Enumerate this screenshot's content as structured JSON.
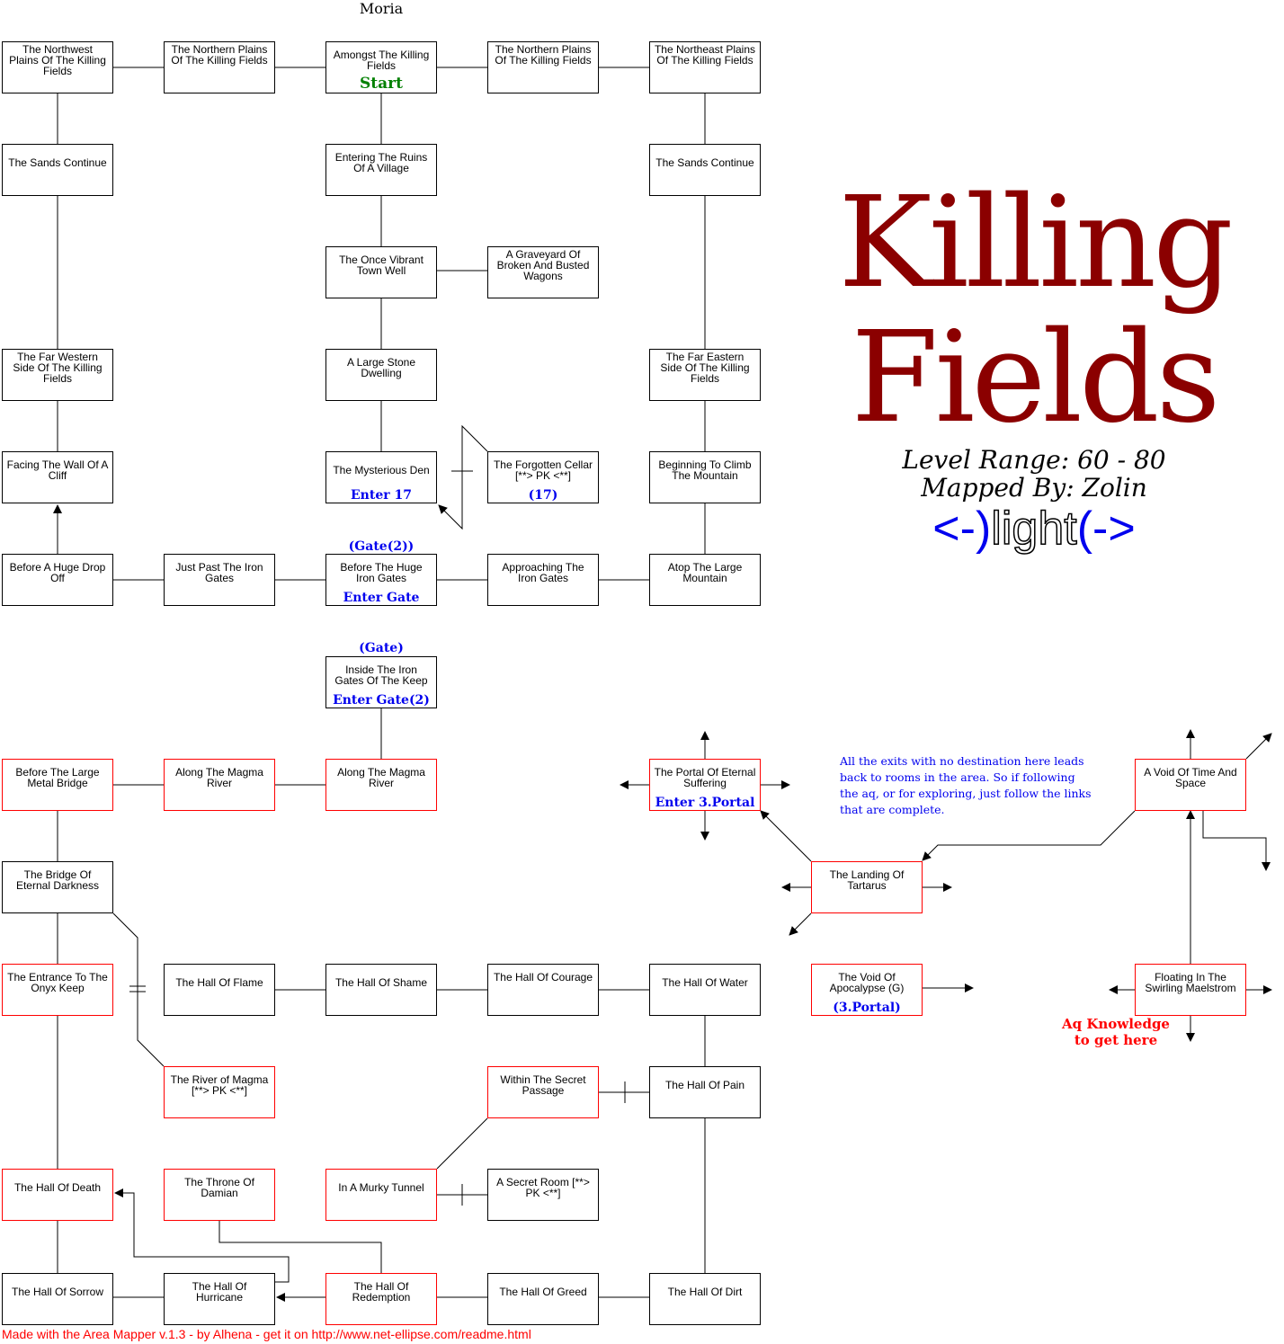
{
  "header_label": "Moria",
  "title": {
    "line1": "Killing",
    "line2": "Fields",
    "level_range": "Level Range: 60 - 80",
    "mapped_by": "Mapped By: Zolin",
    "sig_left": "<-)",
    "sig_mid": "light",
    "sig_right": "(->"
  },
  "colors": {
    "title": "#8b0000",
    "link": "#0000ee",
    "start": "#008000",
    "special_border": "#ff0000"
  },
  "note": "All the exits with no destination here leads back to rooms in the area. So if following the aq, or for exploring, just follow the links that are complete.",
  "aq_note": "Aq Knowledge to get here",
  "footer": "Made with the Area Mapper v.1.3 - by Alhena - get it on http://www.net-ellipse.com/readme.html",
  "above_labels": [
    "(Gate(2))",
    "(Gate)"
  ],
  "rooms": [
    {
      "label": "The Northwest Plains Of The Killing Fields"
    },
    {
      "label": "The Northern Plains Of The Killing Fields"
    },
    {
      "label": "Amongst The Killing Fields",
      "sub": "Start"
    },
    {
      "label": "The Northern Plains Of The Killing Fields"
    },
    {
      "label": "The Northeast Plains Of The Killing Fields"
    },
    {
      "label": "The Sands Continue"
    },
    {
      "label": "Entering The Ruins Of A Village"
    },
    {
      "label": "The Sands Continue"
    },
    {
      "label": "The Once Vibrant Town Well"
    },
    {
      "label": "A Graveyard Of Broken And Busted Wagons"
    },
    {
      "label": "The Far Western Side Of The Killing Fields"
    },
    {
      "label": "A Large Stone Dwelling"
    },
    {
      "label": "The Far Eastern Side Of The Killing Fields"
    },
    {
      "label": "Facing The Wall Of A Cliff"
    },
    {
      "label": "The Mysterious Den",
      "sub": "Enter 17"
    },
    {
      "label": "The Forgotten Cellar [**> PK <**]",
      "sub": "(17)"
    },
    {
      "label": "Beginning To Climb The Mountain"
    },
    {
      "label": "Before A Huge Drop Off"
    },
    {
      "label": "Just Past The Iron Gates"
    },
    {
      "label": "Before The Huge Iron Gates",
      "sub": "Enter Gate"
    },
    {
      "label": "Approaching The Iron Gates"
    },
    {
      "label": "Atop The Large Mountain"
    },
    {
      "label": "Inside The Iron Gates Of The Keep",
      "sub": "Enter Gate(2)"
    },
    {
      "label": "Before The Large Metal Bridge",
      "special": true
    },
    {
      "label": "Along The Magma River",
      "special": true
    },
    {
      "label": "Along The Magma River",
      "special": true
    },
    {
      "label": "The Portal Of Eternal Suffering",
      "sub": "Enter 3.Portal",
      "special": true
    },
    {
      "label": "A Void Of Time And Space",
      "special": true
    },
    {
      "label": "The Bridge Of Eternal Darkness"
    },
    {
      "label": "The Landing Of Tartarus",
      "special": true
    },
    {
      "label": "The Entrance To The Onyx Keep",
      "special": true
    },
    {
      "label": "The Hall Of Flame"
    },
    {
      "label": "The Hall Of Shame"
    },
    {
      "label": "The Hall Of Courage"
    },
    {
      "label": "The Hall Of Water"
    },
    {
      "label": "The Void Of Apocalypse (G)",
      "sub": "(3.Portal)",
      "special": true
    },
    {
      "label": "Floating In The Swirling Maelstrom",
      "special": true
    },
    {
      "label": "The River of Magma [**> PK <**]",
      "special": true
    },
    {
      "label": "Within The Secret Passage",
      "special": true
    },
    {
      "label": "The Hall Of Pain"
    },
    {
      "label": "The Hall Of Death",
      "special": true
    },
    {
      "label": "The Throne Of Damian",
      "special": true
    },
    {
      "label": "In A Murky Tunnel",
      "special": true
    },
    {
      "label": "A Secret Room [**> PK <**]"
    },
    {
      "label": "The Hall Of Sorrow"
    },
    {
      "label": "The Hall Of Hurricane"
    },
    {
      "label": "The Hall Of Redemption",
      "special": true
    },
    {
      "label": "The Hall Of Greed"
    },
    {
      "label": "The Hall Of Dirt"
    }
  ]
}
